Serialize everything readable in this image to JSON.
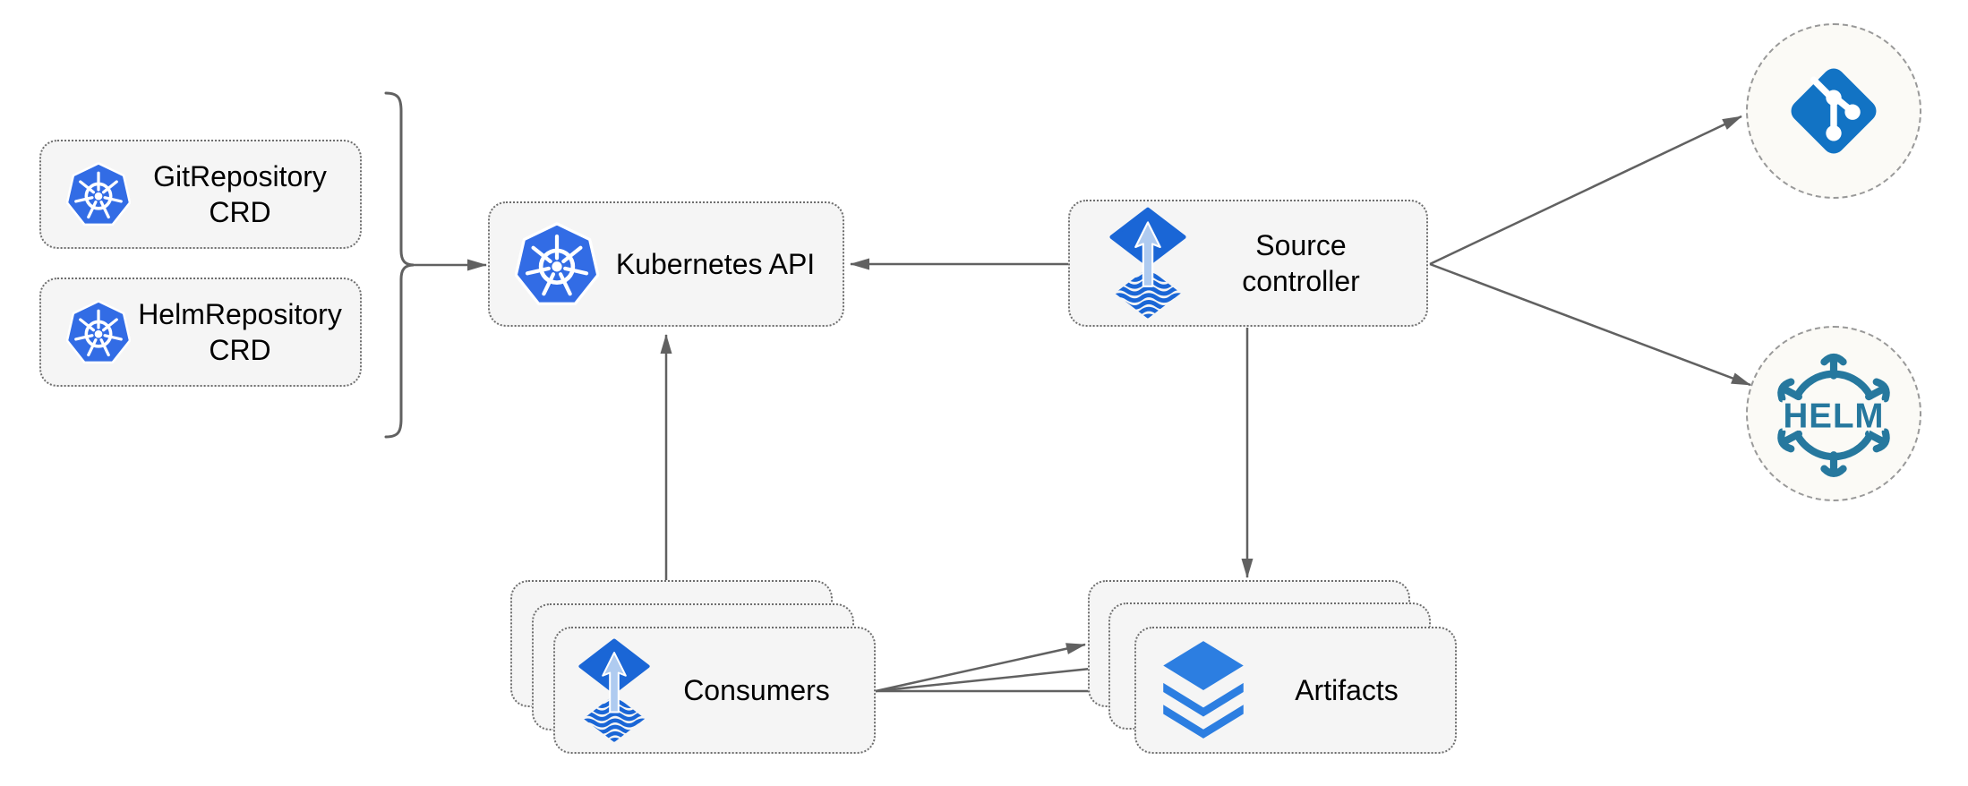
{
  "nodes": {
    "git_repository_crd": {
      "line1": "GitRepository",
      "line2": "CRD"
    },
    "helm_repository_crd": {
      "line1": "HelmRepository",
      "line2": "CRD"
    },
    "kubernetes_api": {
      "label": "Kubernetes API"
    },
    "source_controller": {
      "line1": "Source",
      "line2": "controller"
    },
    "consumers": {
      "label": "Consumers"
    },
    "artifacts": {
      "label": "Artifacts"
    },
    "helm_registry": {
      "label": "HELM"
    }
  },
  "colors": {
    "background": "#FFFFFF",
    "text": "#000000",
    "node_fill": "#F5F5F5",
    "node_border": "#6E6E6E",
    "registry_fill": "#FBFAF6",
    "registry_border": "#999999",
    "edge": "#616161",
    "kubernetes_blue": "#326CE5",
    "flux_blue": "#1A66D6",
    "flux_arrow": "#AFCBF0",
    "git_blue": "#1273C4",
    "helm_teal": "#26789E",
    "layers_blue": "#2C7EE1"
  }
}
